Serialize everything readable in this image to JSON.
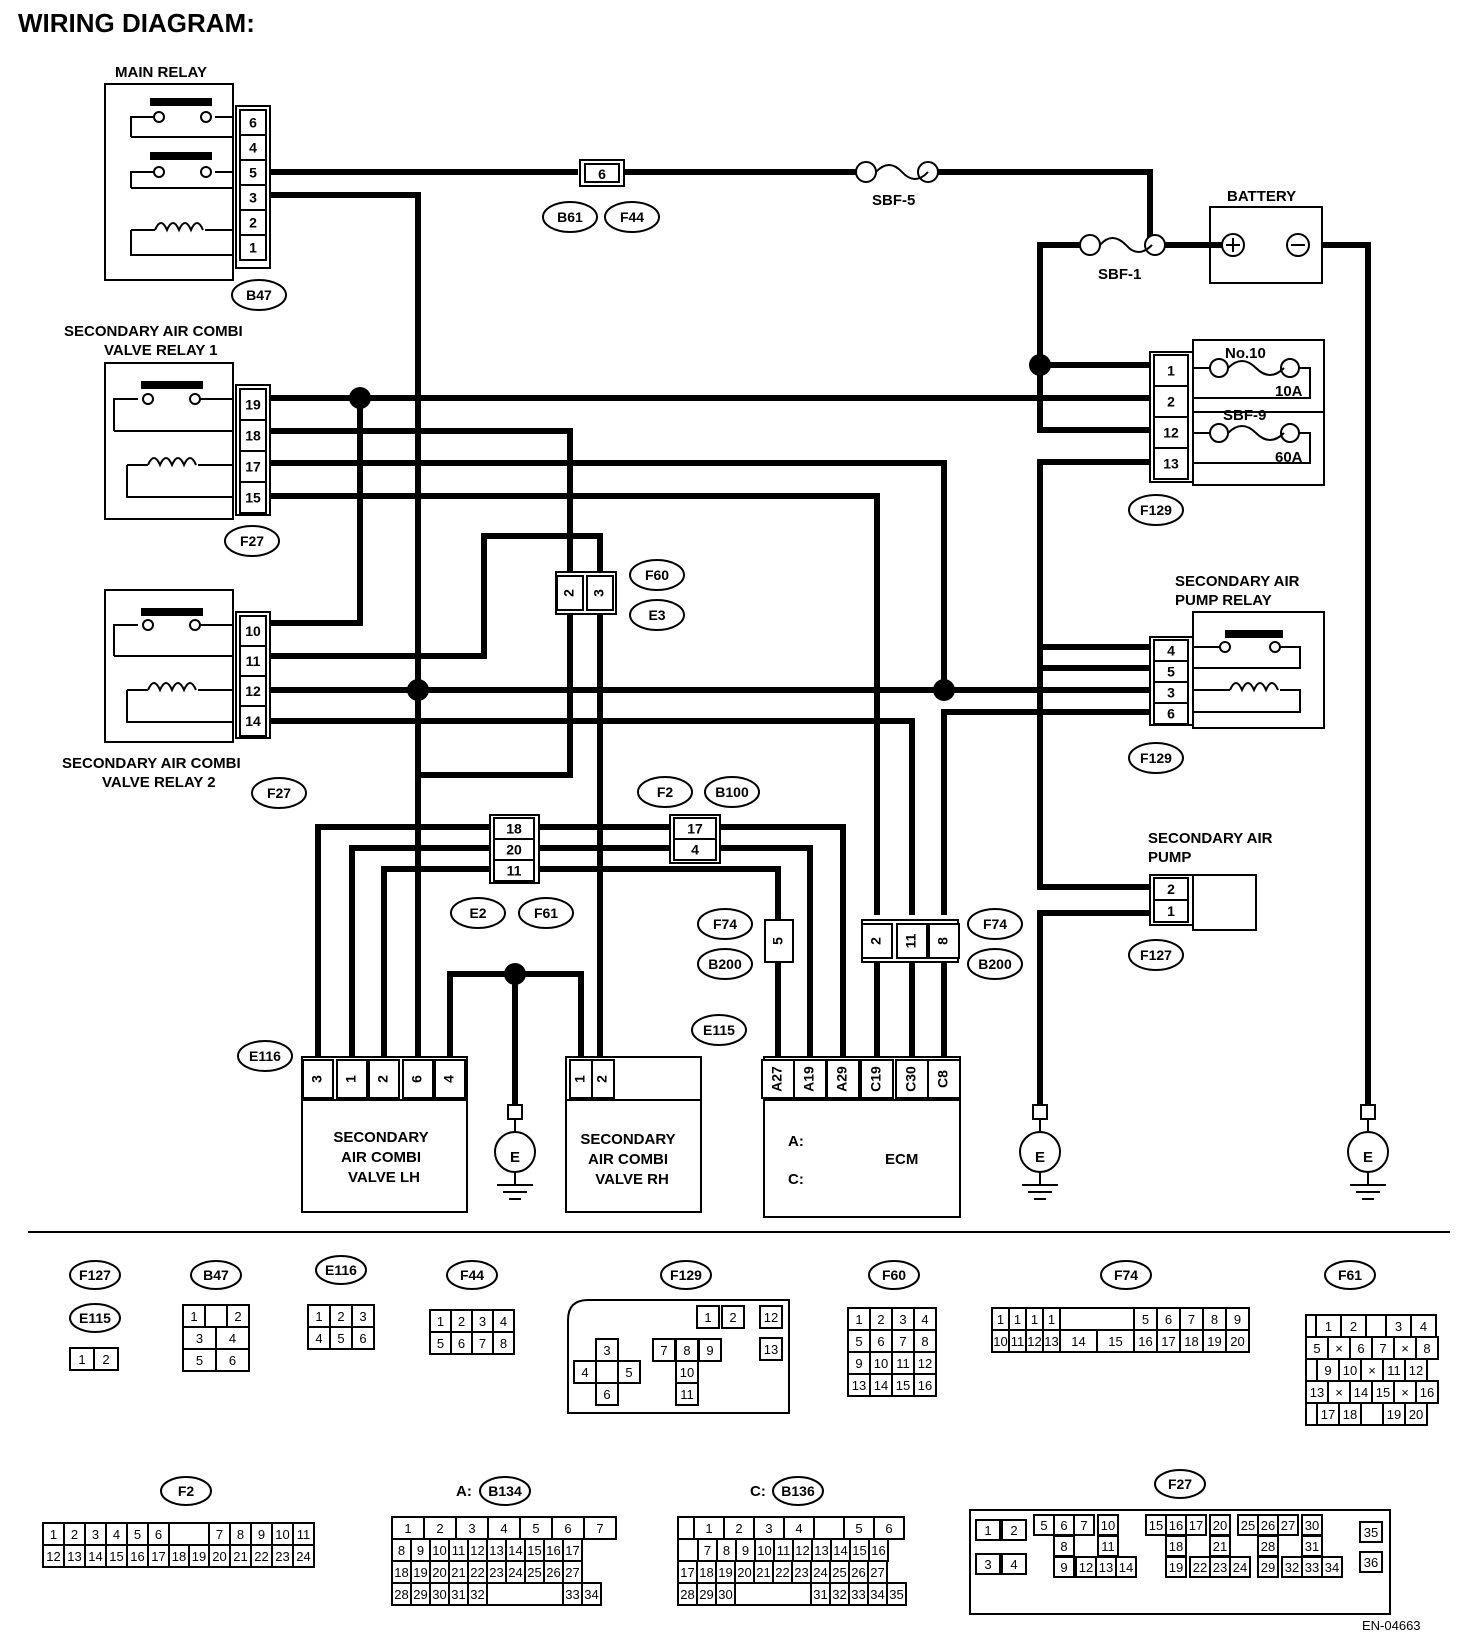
{
  "title": "WIRING DIAGRAM:",
  "doc_code": "EN-04663",
  "relays": {
    "main": {
      "name": "MAIN RELAY",
      "pins": [
        "6",
        "4",
        "5",
        "3",
        "2",
        "1"
      ],
      "conn": "B47"
    },
    "valve1": {
      "name1": "SECONDARY AIR COMBI",
      "name2": "VALVE RELAY 1",
      "pins": [
        "19",
        "18",
        "17",
        "15"
      ],
      "conn": "F27"
    },
    "valve2": {
      "name1": "SECONDARY AIR COMBI",
      "name2": "VALVE RELAY 2",
      "pins": [
        "10",
        "11",
        "12",
        "14"
      ],
      "conn": "F27"
    },
    "pump": {
      "name1": "SECONDARY AIR",
      "name2": "PUMP RELAY",
      "pins": [
        "4",
        "5",
        "3",
        "6"
      ],
      "conn": "F129"
    }
  },
  "battery": {
    "name": "BATTERY"
  },
  "fuses": {
    "sbf5": "SBF-5",
    "sbf1": "SBF-1",
    "no10": "No.10",
    "no10_a": "10A",
    "sbf9": "SBF-9",
    "sbf9_a": "60A"
  },
  "fusebox": {
    "pins": [
      "1",
      "2",
      "12",
      "13"
    ],
    "conn": "F129"
  },
  "connectors": {
    "b61f44": {
      "pin": "6",
      "tags": [
        "B61",
        "F44"
      ]
    },
    "f60e3": {
      "pins": [
        "2",
        "3"
      ],
      "tags": [
        "F60",
        "E3"
      ]
    },
    "e2f61": {
      "pins": [
        "18",
        "20",
        "11"
      ],
      "tags": [
        "E2",
        "F61"
      ]
    },
    "f2b100": {
      "pins": [
        "17",
        "4"
      ],
      "tags": [
        "F2",
        "B100"
      ]
    },
    "f74b200a": {
      "pin": "5",
      "tags": [
        "F74",
        "B200"
      ]
    },
    "f74b200b": {
      "pins": [
        "2",
        "11",
        "8"
      ],
      "tags": [
        "F74",
        "B200"
      ]
    }
  },
  "pump": {
    "name1": "SECONDARY AIR",
    "name2": "PUMP",
    "pins": [
      "2",
      "1"
    ],
    "conn": "F127"
  },
  "valve_lh": {
    "l1": "SECONDARY",
    "l2": "AIR COMBI",
    "l3": "VALVE LH",
    "pins": [
      "3",
      "1",
      "2",
      "6",
      "4"
    ],
    "conn": "E116"
  },
  "valve_rh": {
    "l1": "SECONDARY",
    "l2": "AIR COMBI",
    "l3": "VALVE RH",
    "pins": [
      "1",
      "2"
    ],
    "conn": "E115"
  },
  "ecm": {
    "name": "ECM",
    "pins": [
      "A27",
      "A19",
      "A29",
      "C19",
      "C30",
      "C8"
    ],
    "a_prefix": "A:",
    "a_conn": "B134",
    "c_prefix": "C:",
    "c_conn": "B136"
  },
  "ground": "E",
  "views": {
    "f127": "F127",
    "e115": "E115",
    "b47": "B47",
    "e116": "E116",
    "f44": "F44",
    "f129": "F129",
    "f60": "F60",
    "f74": "F74",
    "f61": "F61",
    "f2": "F2",
    "b134_prefix": "A:",
    "b134": "B134",
    "b136_prefix": "C:",
    "b136": "B136",
    "f27": "F27"
  },
  "grids": {
    "v_f127": [
      [
        {
          "t": "1",
          "w": 24
        },
        {
          "t": "2",
          "w": 24
        }
      ]
    ],
    "v_b47": [
      [
        {
          "t": "1",
          "w": 22
        },
        {
          "t": "",
          "w": 22
        },
        {
          "t": "2",
          "w": 22
        }
      ],
      [
        {
          "t": "3",
          "w": 33
        },
        {
          "t": "4",
          "w": 33
        }
      ],
      [
        {
          "t": "5",
          "w": 33
        },
        {
          "t": "6",
          "w": 33
        }
      ]
    ],
    "v_e116": [
      [
        {
          "t": "1",
          "w": 22
        },
        {
          "t": "2",
          "w": 22
        },
        {
          "t": "3",
          "w": 22
        }
      ],
      [
        {
          "t": "4",
          "w": 22
        },
        {
          "t": "5",
          "w": 22
        },
        {
          "t": "6",
          "w": 22
        }
      ]
    ],
    "v_f44": [
      [
        {
          "t": "1",
          "w": 21
        },
        {
          "t": "2",
          "w": 21
        },
        {
          "t": "3",
          "w": 21
        },
        {
          "t": "4",
          "w": 21
        }
      ],
      [
        {
          "t": "5",
          "w": 21
        },
        {
          "t": "6",
          "w": 21
        },
        {
          "t": "7",
          "w": 21
        },
        {
          "t": "8",
          "w": 21
        }
      ]
    ],
    "v_f60": [
      [
        {
          "t": "1",
          "w": 22
        },
        {
          "t": "2",
          "w": 22
        },
        {
          "t": "3",
          "w": 22
        },
        {
          "t": "4",
          "w": 22
        }
      ],
      [
        {
          "t": "5",
          "w": 22
        },
        {
          "t": "6",
          "w": 22
        },
        {
          "t": "7",
          "w": 22
        },
        {
          "t": "8",
          "w": 22
        }
      ],
      [
        {
          "t": "9",
          "w": 22
        },
        {
          "t": "10",
          "w": 22
        },
        {
          "t": "11",
          "w": 22
        },
        {
          "t": "12",
          "w": 22
        }
      ],
      [
        {
          "t": "13",
          "w": 22
        },
        {
          "t": "14",
          "w": 22
        },
        {
          "t": "15",
          "w": 22
        },
        {
          "t": "16",
          "w": 22
        }
      ]
    ],
    "v_f74": [
      [
        {
          "t": "1",
          "w": 17
        },
        {
          "t": "1",
          "w": 17
        },
        {
          "t": "1",
          "w": 17
        },
        {
          "t": "1",
          "w": 17
        },
        {
          "t": "",
          "w": 74
        },
        {
          "t": "5",
          "w": 23
        },
        {
          "t": "6",
          "w": 23
        },
        {
          "t": "7",
          "w": 23
        },
        {
          "t": "8",
          "w": 23
        },
        {
          "t": "9",
          "w": 23
        }
      ],
      [
        {
          "t": "10",
          "w": 17
        },
        {
          "t": "11",
          "w": 17
        },
        {
          "t": "12",
          "w": 17
        },
        {
          "t": "13",
          "w": 17
        },
        {
          "t": "14",
          "w": 37
        },
        {
          "t": "15",
          "w": 37
        },
        {
          "t": "16",
          "w": 23
        },
        {
          "t": "17",
          "w": 23
        },
        {
          "t": "18",
          "w": 23
        },
        {
          "t": "19",
          "w": 23
        },
        {
          "t": "20",
          "w": 23
        }
      ]
    ],
    "v_f61": [
      [
        {
          "t": "",
          "w": 10
        },
        {
          "t": "1",
          "w": 25
        },
        {
          "t": "2",
          "w": 25
        },
        {
          "t": "",
          "w": 20
        },
        {
          "t": "3",
          "w": 25
        },
        {
          "t": "4",
          "w": 25
        }
      ],
      [
        {
          "t": "5",
          "w": 22
        },
        {
          "t": "×",
          "w": 22
        },
        {
          "t": "6",
          "w": 22
        },
        {
          "t": "7",
          "w": 22
        },
        {
          "t": "×",
          "w": 22
        },
        {
          "t": "8",
          "w": 22
        }
      ],
      [
        {
          "t": "",
          "w": 11
        },
        {
          "t": "9",
          "w": 22
        },
        {
          "t": "10",
          "w": 22
        },
        {
          "t": "×",
          "w": 22
        },
        {
          "t": "11",
          "w": 22
        },
        {
          "t": "12",
          "w": 22
        }
      ],
      [
        {
          "t": "13",
          "w": 22
        },
        {
          "t": "×",
          "w": 22
        },
        {
          "t": "14",
          "w": 22
        },
        {
          "t": "15",
          "w": 22
        },
        {
          "t": "×",
          "w": 22
        },
        {
          "t": "16",
          "w": 22
        }
      ],
      [
        {
          "t": "",
          "w": 11
        },
        {
          "t": "17",
          "w": 22
        },
        {
          "t": "18",
          "w": 22
        },
        {
          "t": "",
          "w": 22
        },
        {
          "t": "19",
          "w": 22
        },
        {
          "t": "20",
          "w": 22
        }
      ]
    ],
    "v_f2": [
      [
        {
          "t": "1",
          "w": 21
        },
        {
          "t": "2",
          "w": 21
        },
        {
          "t": "3",
          "w": 21
        },
        {
          "t": "4",
          "w": 21
        },
        {
          "t": "5",
          "w": 21
        },
        {
          "t": "6",
          "w": 21
        },
        {
          "t": "",
          "w": 40
        },
        {
          "t": "7",
          "w": 21
        },
        {
          "t": "8",
          "w": 21
        },
        {
          "t": "9",
          "w": 21
        },
        {
          "t": "10",
          "w": 21
        },
        {
          "t": "11",
          "w": 21
        }
      ],
      [
        {
          "t": "12",
          "w": 21
        },
        {
          "t": "13",
          "w": 21
        },
        {
          "t": "14",
          "w": 21
        },
        {
          "t": "15",
          "w": 21
        },
        {
          "t": "16",
          "w": 21
        },
        {
          "t": "17",
          "w": 21
        },
        {
          "t": "18",
          "w": 20
        },
        {
          "t": "19",
          "w": 20
        },
        {
          "t": "20",
          "w": 21
        },
        {
          "t": "21",
          "w": 21
        },
        {
          "t": "22",
          "w": 21
        },
        {
          "t": "23",
          "w": 21
        },
        {
          "t": "24",
          "w": 21
        }
      ]
    ],
    "v_b134": [
      [
        {
          "t": "1",
          "w": 32
        },
        {
          "t": "2",
          "w": 32
        },
        {
          "t": "3",
          "w": 32
        },
        {
          "t": "4",
          "w": 32
        },
        {
          "t": "5",
          "w": 32
        },
        {
          "t": "6",
          "w": 32
        },
        {
          "t": "7",
          "w": 32
        }
      ],
      [
        {
          "t": "8",
          "w": 19
        },
        {
          "t": "9",
          "w": 19
        },
        {
          "t": "10",
          "w": 19
        },
        {
          "t": "11",
          "w": 19
        },
        {
          "t": "12",
          "w": 19
        },
        {
          "t": "13",
          "w": 19
        },
        {
          "t": "14",
          "w": 19
        },
        {
          "t": "15",
          "w": 19
        },
        {
          "t": "16",
          "w": 19
        },
        {
          "t": "17",
          "w": 19
        }
      ],
      [
        {
          "t": "18",
          "w": 19
        },
        {
          "t": "19",
          "w": 19
        },
        {
          "t": "20",
          "w": 19
        },
        {
          "t": "21",
          "w": 19
        },
        {
          "t": "22",
          "w": 19
        },
        {
          "t": "23",
          "w": 19
        },
        {
          "t": "24",
          "w": 19
        },
        {
          "t": "25",
          "w": 19
        },
        {
          "t": "26",
          "w": 19
        },
        {
          "t": "27",
          "w": 19
        }
      ],
      [
        {
          "t": "28",
          "w": 19
        },
        {
          "t": "29",
          "w": 19
        },
        {
          "t": "30",
          "w": 19
        },
        {
          "t": "31",
          "w": 19
        },
        {
          "t": "32",
          "w": 19
        },
        {
          "t": "",
          "w": 76
        },
        {
          "t": "33",
          "w": 19
        },
        {
          "t": "34",
          "w": 19
        }
      ]
    ],
    "v_b136": [
      [
        {
          "t": "",
          "w": 16
        },
        {
          "t": "1",
          "w": 30
        },
        {
          "t": "2",
          "w": 30
        },
        {
          "t": "3",
          "w": 30
        },
        {
          "t": "4",
          "w": 30
        },
        {
          "t": "",
          "w": 30
        },
        {
          "t": "5",
          "w": 30
        },
        {
          "t": "6",
          "w": 30
        }
      ],
      [
        {
          "t": "",
          "w": 20
        },
        {
          "t": "7",
          "w": 19
        },
        {
          "t": "8",
          "w": 19
        },
        {
          "t": "9",
          "w": 19
        },
        {
          "t": "10",
          "w": 19
        },
        {
          "t": "11",
          "w": 19
        },
        {
          "t": "12",
          "w": 19
        },
        {
          "t": "13",
          "w": 19
        },
        {
          "t": "14",
          "w": 19
        },
        {
          "t": "15",
          "w": 19
        },
        {
          "t": "16",
          "w": 19
        }
      ],
      [
        {
          "t": "17",
          "w": 19
        },
        {
          "t": "18",
          "w": 19
        },
        {
          "t": "19",
          "w": 19
        },
        {
          "t": "20",
          "w": 19
        },
        {
          "t": "21",
          "w": 19
        },
        {
          "t": "22",
          "w": 19
        },
        {
          "t": "23",
          "w": 19
        },
        {
          "t": "24",
          "w": 19
        },
        {
          "t": "25",
          "w": 19
        },
        {
          "t": "26",
          "w": 19
        },
        {
          "t": "27",
          "w": 19
        }
      ],
      [
        {
          "t": "28",
          "w": 19
        },
        {
          "t": "29",
          "w": 19
        },
        {
          "t": "30",
          "w": 19
        },
        {
          "t": "",
          "w": 76
        },
        {
          "t": "31",
          "w": 19
        },
        {
          "t": "32",
          "w": 19
        },
        {
          "t": "33",
          "w": 19
        },
        {
          "t": "34",
          "w": 19
        },
        {
          "t": "35",
          "w": 19
        }
      ]
    ]
  },
  "f129_pins": [
    "1",
    "2",
    "12",
    "13",
    "3",
    "4",
    "5",
    "6",
    "7",
    "8",
    "9",
    "10",
    "11"
  ],
  "f27_pins": [
    "1",
    "2",
    "3",
    "4",
    "5",
    "6",
    "7",
    "8",
    "9",
    "10",
    "11",
    "12",
    "13",
    "14",
    "15",
    "16",
    "17",
    "18",
    "19",
    "20",
    "21",
    "22",
    "23",
    "24",
    "25",
    "26",
    "27",
    "28",
    "29",
    "30",
    "31",
    "32",
    "33",
    "34",
    "35",
    "36"
  ]
}
